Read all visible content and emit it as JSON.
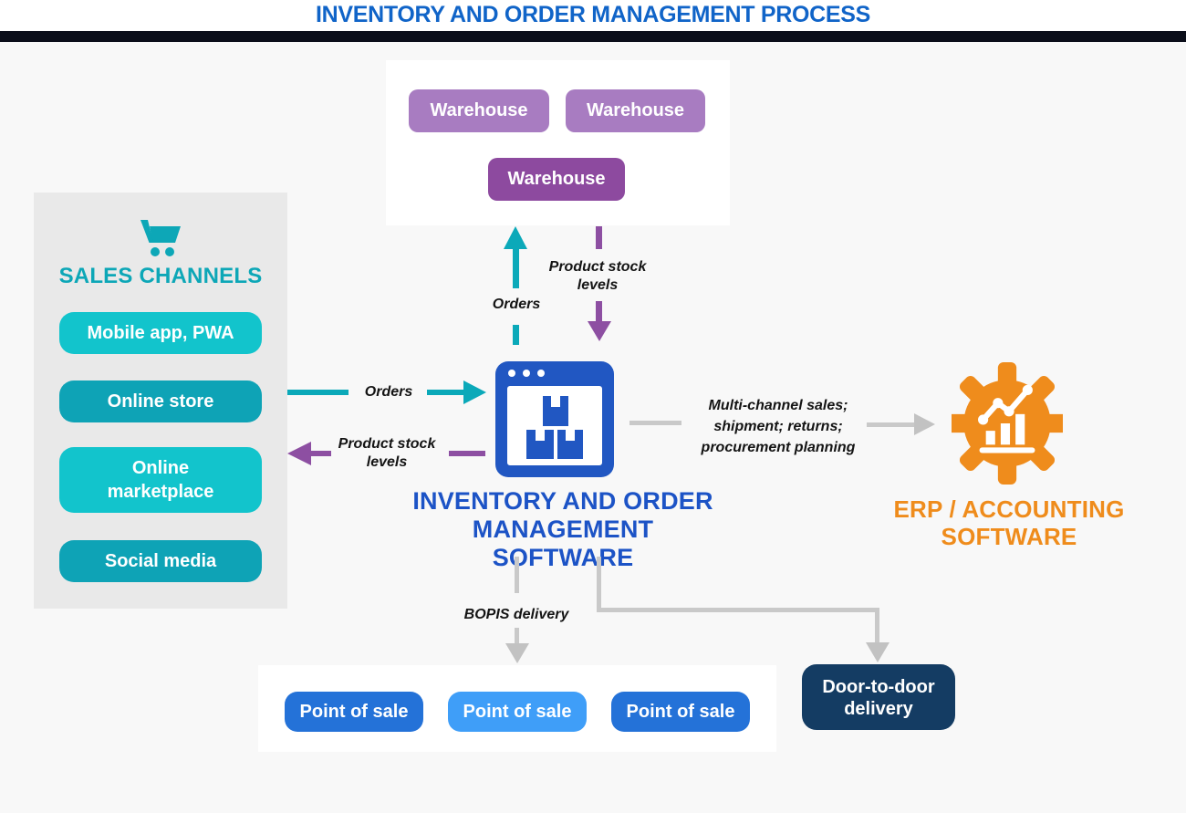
{
  "header": {
    "title": "INVENTORY AND ORDER MANAGEMENT PROCESS"
  },
  "palette": {
    "title_blue": "#1064c8",
    "divider_dark": "#0b0e1a",
    "canvas_gray": "#f8f8f8",
    "panel_gray": "#e9e9e9",
    "teal_heading": "#0da7b7",
    "teal_bright": "#12c4cc",
    "teal_deep": "#0ea3b6",
    "teal_arrow": "#0ba9b9",
    "purple_light": "#a87cc1",
    "purple_dark": "#8d4a9f",
    "purple_arrow": "#8d4fa2",
    "software_blue": "#2157c2",
    "software_label_blue": "#1c53c6",
    "erp_orange": "#ef8c1c",
    "pos_blue": "#2472d8",
    "pos_blue_light": "#3f9ef8",
    "delivery_navy": "#143c63",
    "line_gray": "#c9c9c9"
  },
  "warehouse_group": {
    "items": [
      "Warehouse",
      "Warehouse",
      "Warehouse"
    ]
  },
  "sales_channels": {
    "heading": "SALES CHANNELS",
    "items": [
      "Mobile app, PWA",
      "Online store",
      "Online marketplace",
      "Social media"
    ]
  },
  "software": {
    "name_line1": "INVENTORY AND ORDER",
    "name_line2": "MANAGEMENT SOFTWARE"
  },
  "erp": {
    "name_line1": "ERP / ACCOUNTING",
    "name_line2": "SOFTWARE"
  },
  "flows": {
    "orders_up": "Orders",
    "stock_down_line1": "Product stock",
    "stock_down_line2": "levels",
    "orders_right": "Orders",
    "stock_left_line1": "Product stock",
    "stock_left_line2": "levels",
    "erp_line1": "Multi-channel sales;",
    "erp_line2": "shipment; returns;",
    "erp_line3": "procurement planning",
    "bopis": "BOPIS delivery"
  },
  "pos_group": {
    "items": [
      "Point of sale",
      "Point of sale",
      "Point of sale"
    ]
  },
  "delivery": {
    "line1": "Door-to-door",
    "line2": "delivery"
  }
}
